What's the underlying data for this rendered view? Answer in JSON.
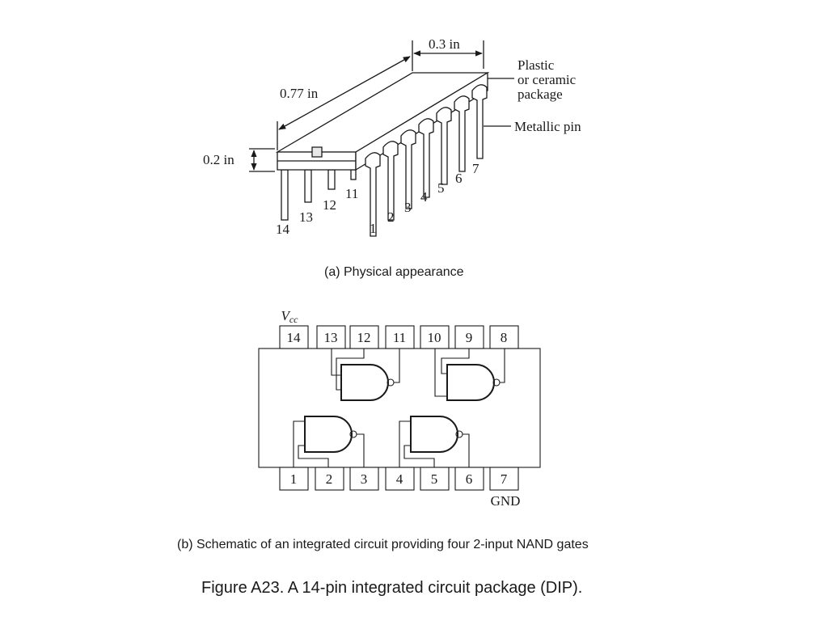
{
  "part_a": {
    "dims": {
      "width": "0.3 in",
      "length": "0.77 in",
      "height": "0.2 in"
    },
    "callouts": {
      "package": [
        "Plastic",
        "or ceramic",
        "package"
      ],
      "pin": "Metallic pin"
    },
    "pin_numbers": {
      "front": [
        "1",
        "2",
        "3",
        "4",
        "5",
        "6",
        "7"
      ],
      "back": [
        "14",
        "13",
        "12",
        "11"
      ]
    },
    "caption": "(a) Physical appearance"
  },
  "part_b": {
    "vcc_main": "V",
    "vcc_sub": "cc",
    "gnd": "GND",
    "top_pins": [
      "14",
      "13",
      "12",
      "11",
      "10",
      "9",
      "8"
    ],
    "bottom_pins": [
      "1",
      "2",
      "3",
      "4",
      "5",
      "6",
      "7"
    ],
    "caption": "(b) Schematic of an integrated circuit providing four 2-input NAND gates"
  },
  "figure_caption": "Figure A23.  A 14-pin integrated circuit package (DIP)."
}
